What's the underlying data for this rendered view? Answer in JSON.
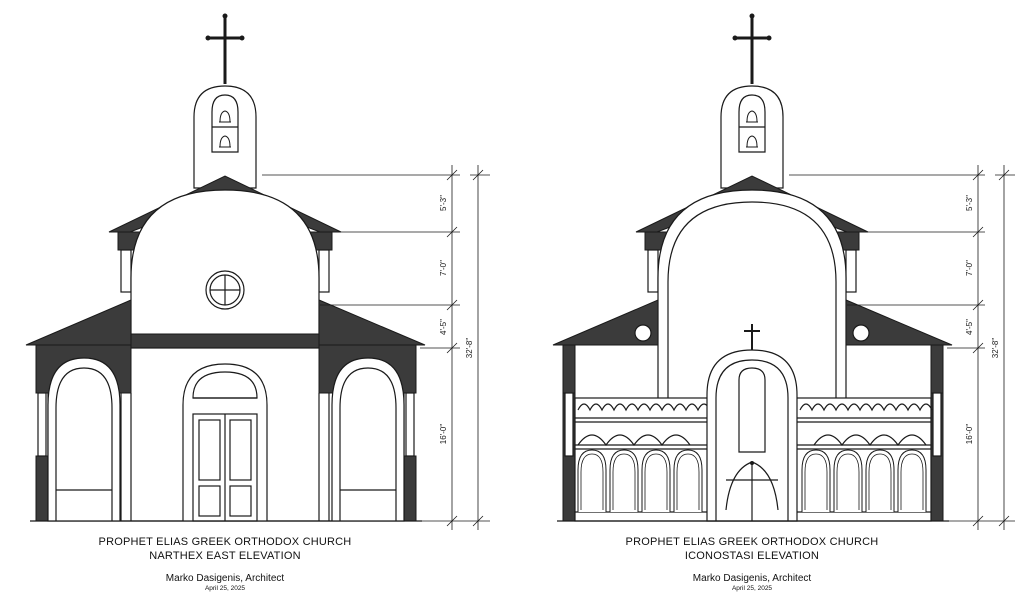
{
  "drawings": [
    {
      "id": "narthex",
      "church_name": "PROPHET ELIAS GREEK ORTHODOX CHURCH",
      "elevation_name": "NARTHEX EAST ELEVATION",
      "architect": "Marko Dasigenis, Architect",
      "date": "April 25, 2025",
      "dimensions": {
        "d1": "5'-3\"",
        "d2": "7'-0\"",
        "d3": "4'-5\"",
        "d4": "16'-0\"",
        "total": "32'-8\""
      }
    },
    {
      "id": "iconostasi",
      "church_name": "PROPHET ELIAS GREEK ORTHODOX CHURCH",
      "elevation_name": "ICONOSTASI ELEVATION",
      "architect": "Marko Dasigenis, Architect",
      "date": "April 25, 2025",
      "dimensions": {
        "d1": "5'-3\"",
        "d2": "7'-0\"",
        "d3": "4'-5\"",
        "d4": "16'-0\"",
        "total": "32'-8\""
      }
    }
  ],
  "colors": {
    "line": "#1a1a1a",
    "roof": "#3b3b3b",
    "paper": "#ffffff"
  }
}
